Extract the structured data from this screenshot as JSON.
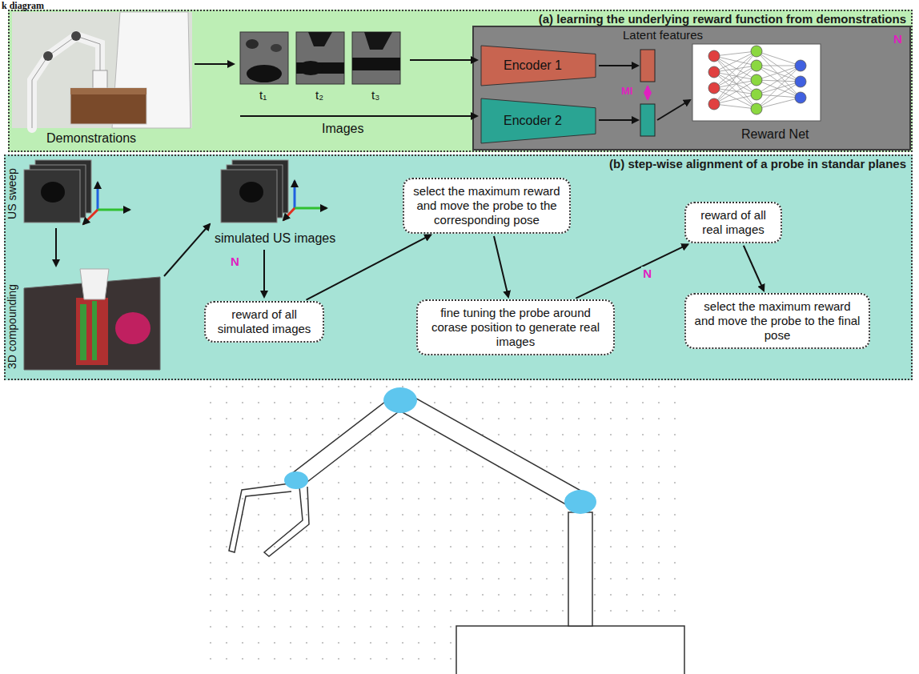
{
  "diagram": {
    "nodes": [
      {
        "text": [
          "(a) learning the underlying reward function from demonstrations"
        ]
      },
      {
        "text": [
          "Latent features"
        ],
        "in": 0
      },
      {
        "text": [
          "Encoder 1"
        ],
        "in": 1
      },
      {
        "text": [
          "Encoder 2"
        ],
        "in": 1
      },
      {
        "text": [
          "(b) step-wise alignment of a probe in standar planes"
        ]
      },
      {
        "text": [
          "reward of all simulated images"
        ],
        "in": 4
      },
      {
        "text": [
          "select the maximum reward and move the probe to the corresponding pose"
        ],
        "in": 4
      },
      {
        "text": [
          "fine tuning the probe around corase position to generate real images"
        ],
        "in": 4
      },
      {
        "text": [
          "reward of all real images"
        ],
        "in": 4
      },
      {
        "text": [
          "select the maximum reward and move the probe to the final pose"
        ],
        "in": 4
      }
    ],
    "edges": [
      {
        "from": 5,
        "to": 6,
        "arrow": "to"
      },
      {
        "from": 6,
        "to": 7,
        "arrow": "to"
      },
      {
        "from": 7,
        "to": 8,
        "label": "N",
        "arrow": "to"
      },
      {
        "from": 8,
        "to": 9,
        "arrow": "to"
      }
    ],
    "labels": [
      "k diagram",
      "Demonstrations",
      "t₁",
      "t₂",
      "t₃",
      "Images",
      "MI",
      "Reward Net",
      "N",
      "US sweep",
      "3D compounding",
      "simulated US images",
      "N"
    ]
  }
}
